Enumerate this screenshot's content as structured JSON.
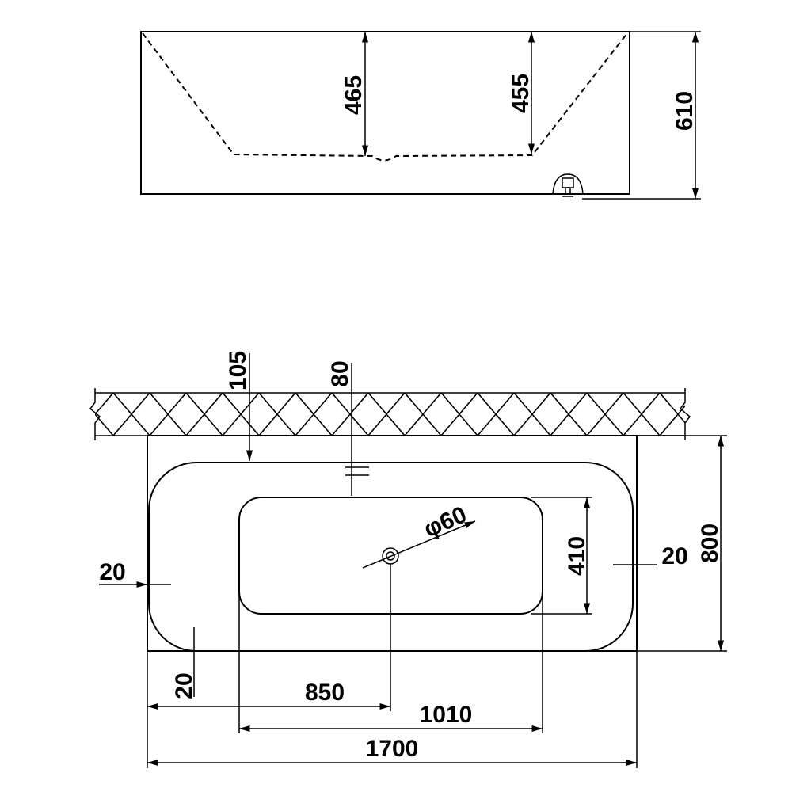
{
  "side_view": {
    "depth_left": "465",
    "depth_right": "455",
    "height": "610"
  },
  "top_view": {
    "wall_gap": "105",
    "overflow_offset": "80",
    "drain_diameter": "φ60",
    "basin_width": "410",
    "right_rim": "20",
    "overall_width": "800",
    "left_rim": "20",
    "bottom_rim": "20",
    "drain_position": "850",
    "basin_length": "1010",
    "overall_length": "1700"
  }
}
